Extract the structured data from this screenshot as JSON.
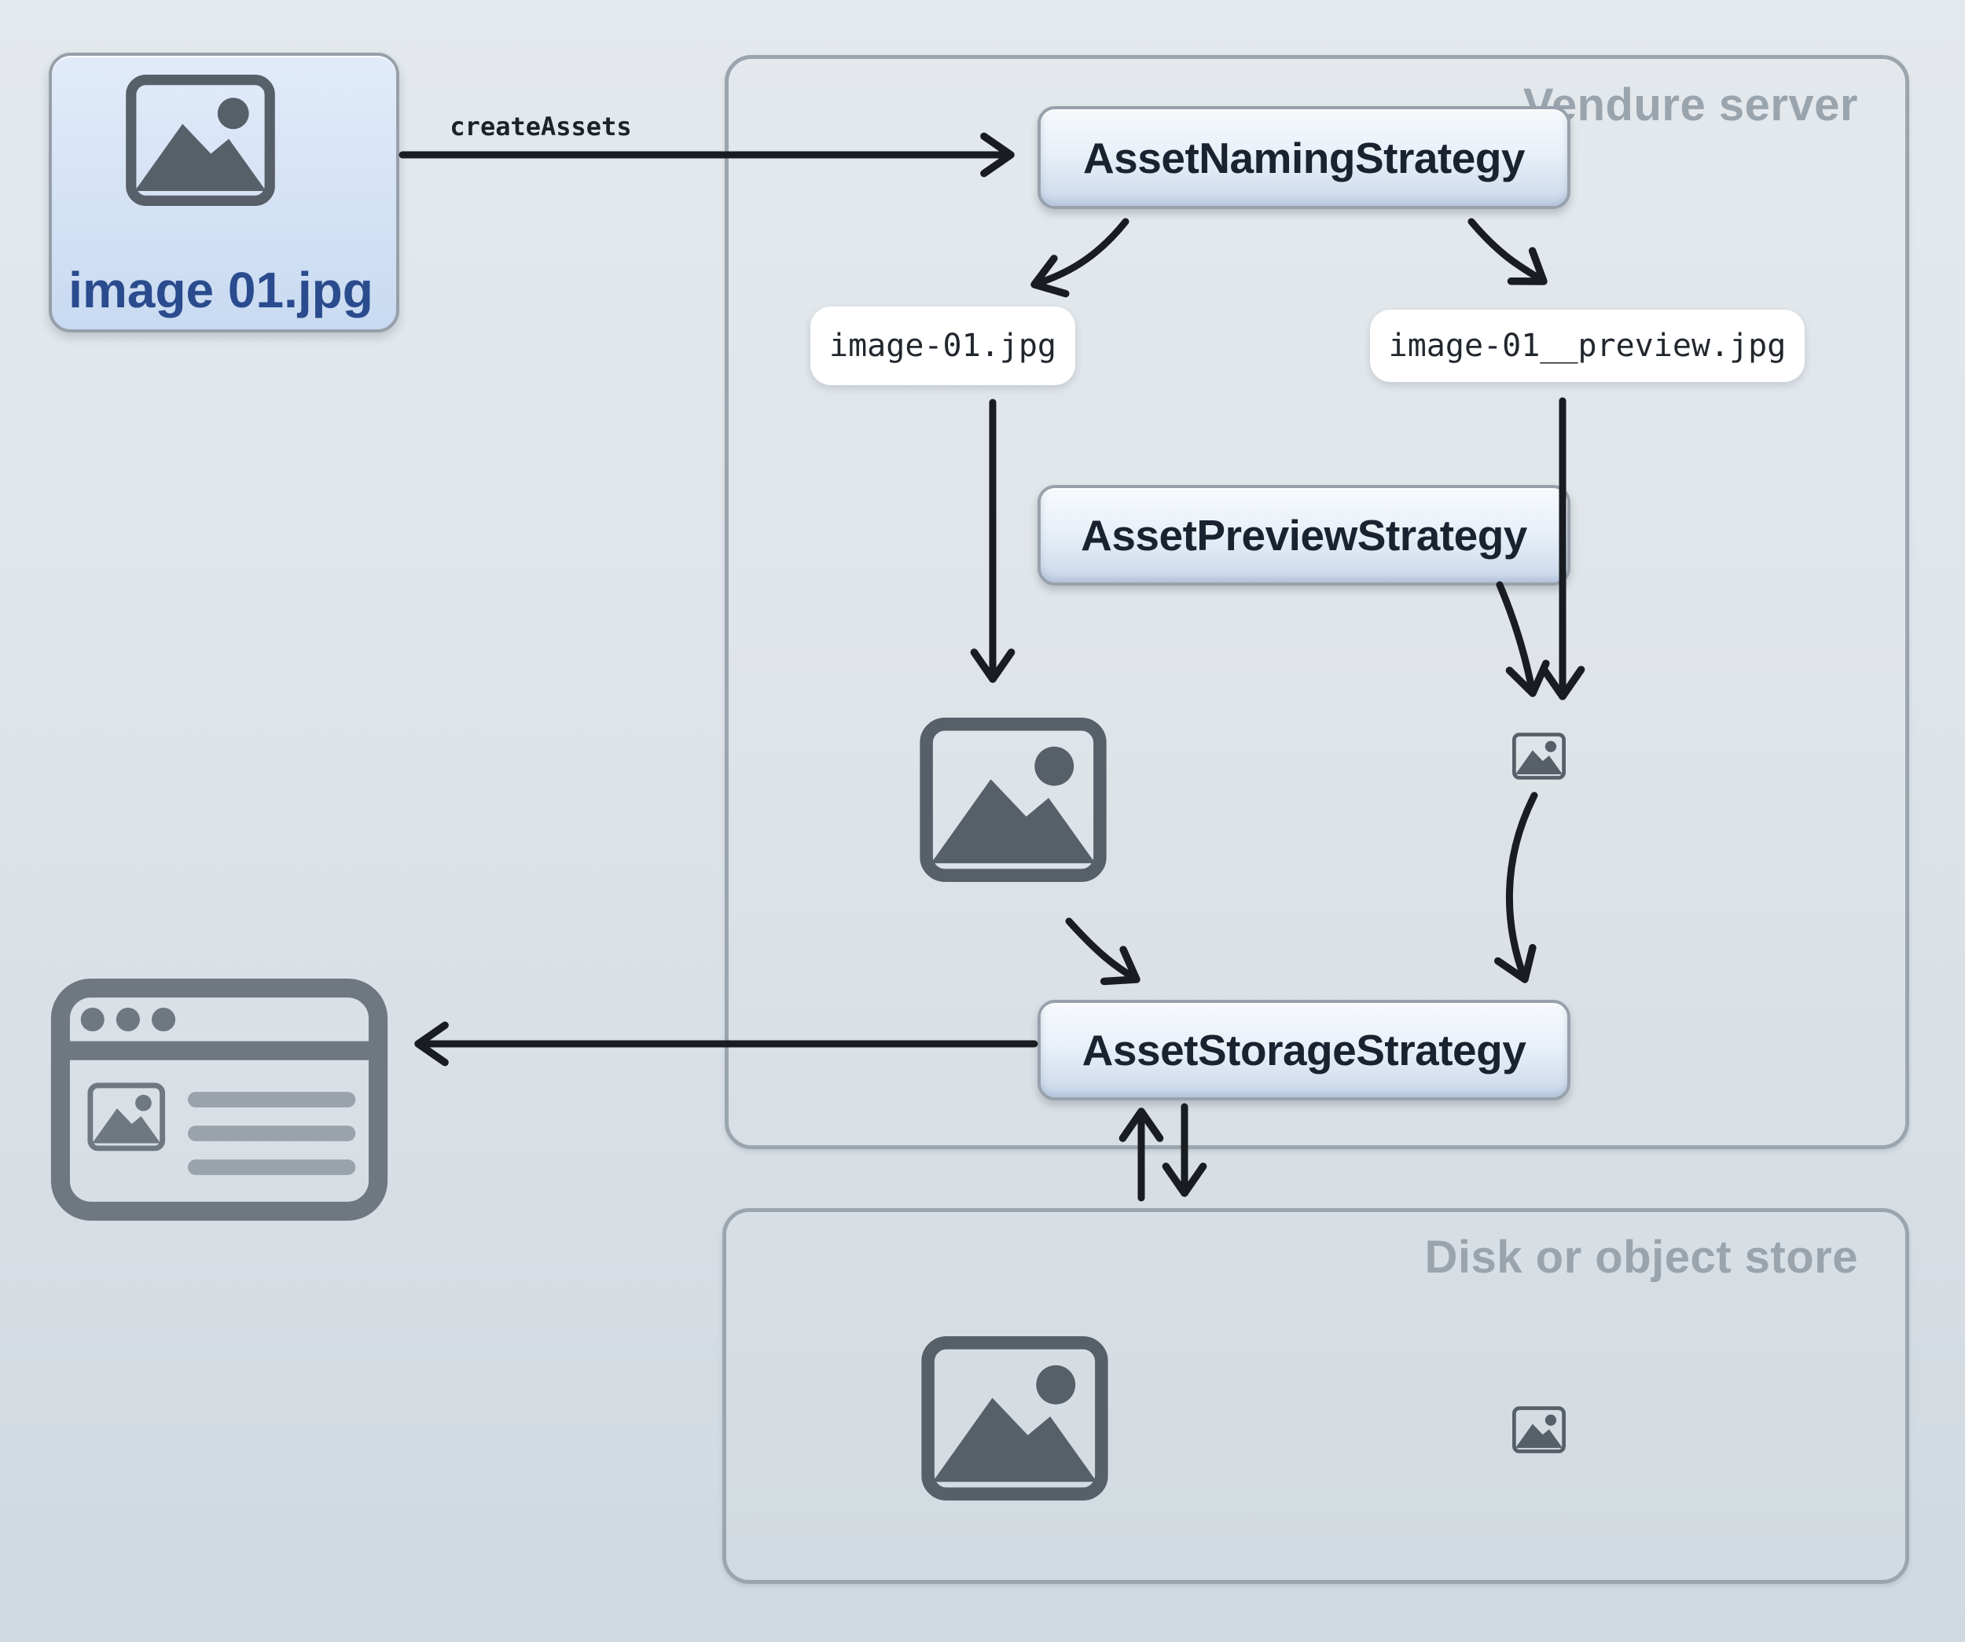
{
  "upload": {
    "filename_label": "image 01.jpg",
    "call_label": "createAssets"
  },
  "vendure_server": {
    "title": "Vendure server",
    "boxes": {
      "naming": "AssetNamingStrategy",
      "preview": "AssetPreviewStrategy",
      "storage": "AssetStorageStrategy"
    },
    "files": {
      "source": "image-01.jpg",
      "preview": "image-01__preview.jpg"
    }
  },
  "disk_store": {
    "title": "Disk or object store"
  },
  "icons": {
    "image": "image-icon",
    "image_small": "image-small-icon",
    "browser": "browser-window-icon"
  },
  "colors": {
    "arrow": "#191d22",
    "icon_gray": "#575f68",
    "browser_gray": "#6f7780",
    "muted_title": "#9aa4ad",
    "accent_blue": "#2a4b8d",
    "container_border": "#9ba5ae"
  }
}
